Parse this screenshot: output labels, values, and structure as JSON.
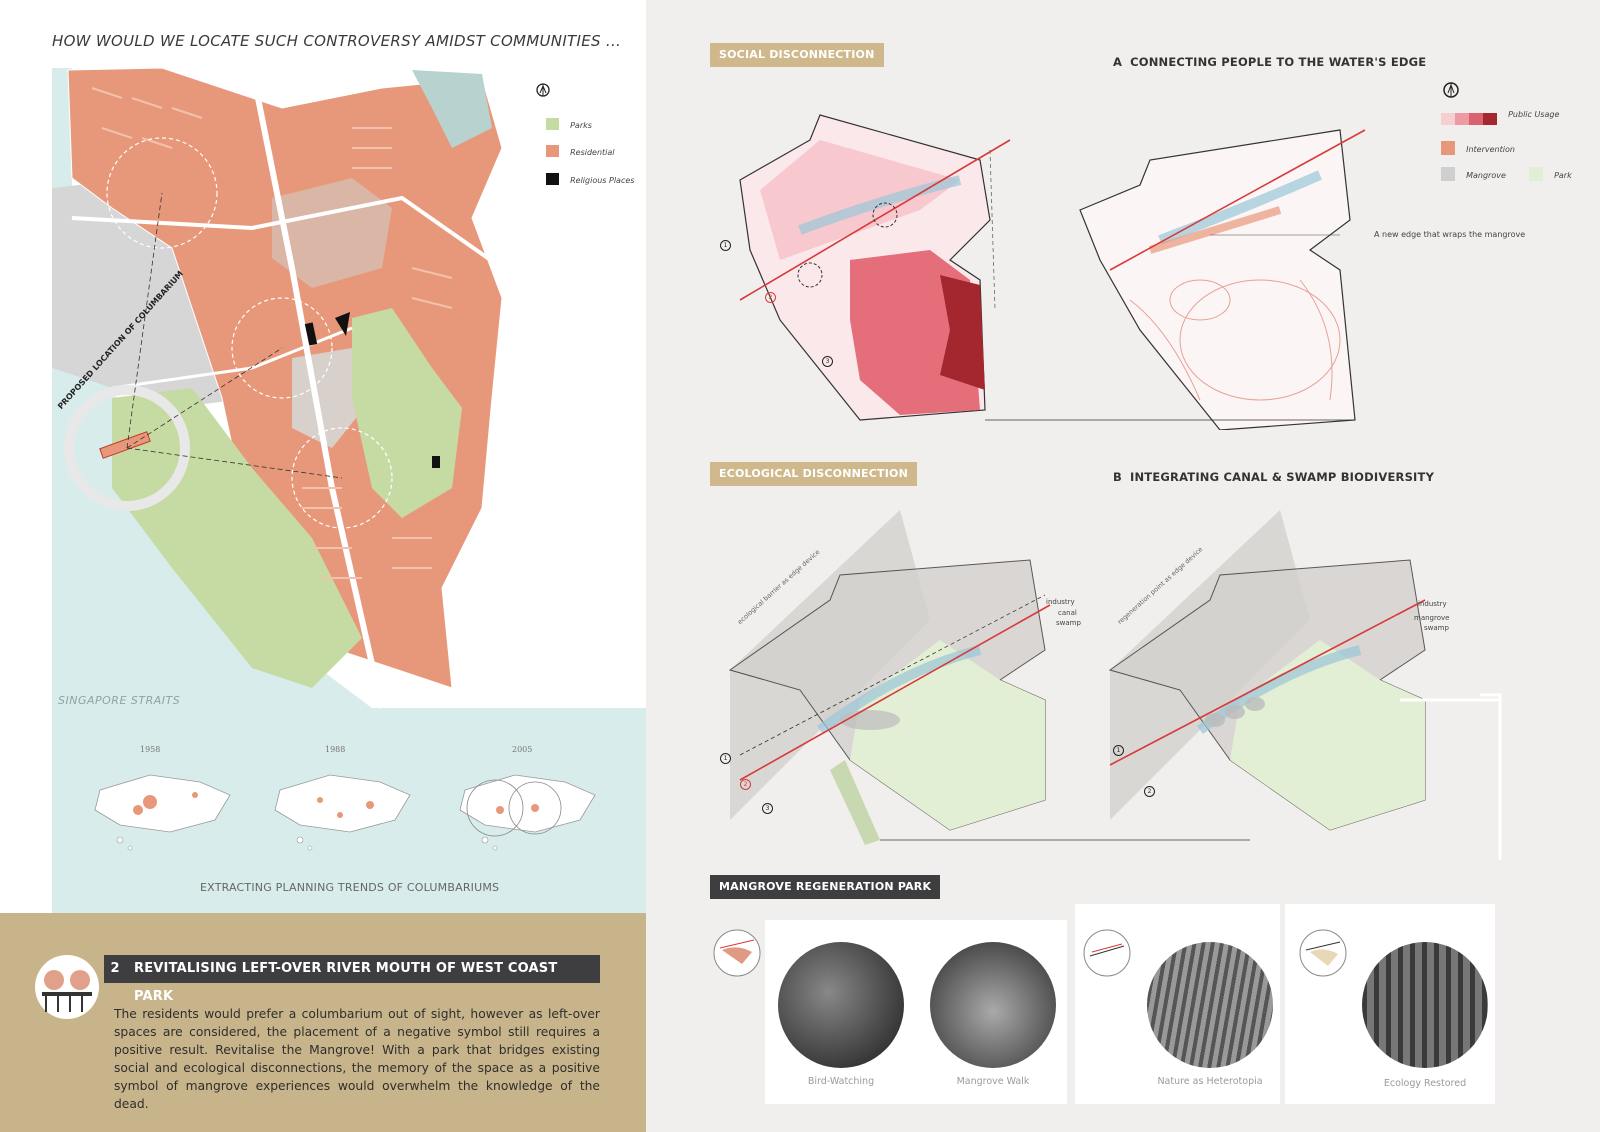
{
  "left": {
    "title": "HOW WOULD WE LOCATE SUCH CONTROVERSY AMIDST COMMUNITIES ...",
    "legend": [
      {
        "label": "Parks",
        "color": "#c6dba3"
      },
      {
        "label": "Residential",
        "color": "#e8987a"
      },
      {
        "label": "Religious Places",
        "color": "#111111"
      }
    ],
    "map_label": "PROPOSED LOCATION OF COLUMBARIUM",
    "straits_label": "SINGAPORE STRAITS",
    "trend_years": [
      "1958",
      "1988",
      "2005"
    ],
    "trends_caption": "EXTRACTING PLANNING TRENDS OF COLUMBARIUMS"
  },
  "section": {
    "number": "2",
    "title": "REVITALISING LEFT-OVER RIVER MOUTH OF WEST COAST PARK",
    "body": "The residents would prefer a columbarium out of sight, however as left-over spaces are considered, the placement of a negative symbol still requires a positive result. Revitalise the Mangrove! With a park that bridges existing social and ecological disconnections, the memory of the space as a positive symbol of mangrove experiences would overwhelm the knowledge of the dead."
  },
  "social": {
    "tag": "SOCIAL DISCONNECTION",
    "title_letter": "A",
    "title": "CONNECTING PEOPLE TO THE WATER'S EDGE",
    "legend": {
      "public_usage": "Public Usage",
      "intervention": "Intervention",
      "mangrove": "Mangrove",
      "park": "Park"
    },
    "annotation": "A new edge that wraps the mangrove",
    "markers": [
      "1",
      "2",
      "3"
    ]
  },
  "ecological": {
    "tag": "ECOLOGICAL DISCONNECTION",
    "title_letter": "B",
    "title": "INTEGRATING CANAL & SWAMP BIODIVERSITY",
    "left_barrier": "ecological barrier as edge device",
    "right_barrier": "regeneration point as edge device",
    "left_labels": [
      "industry",
      "canal",
      "swamp"
    ],
    "right_labels": [
      "industry",
      "mangrove",
      "swamp"
    ],
    "markers_left": [
      "1",
      "2",
      "3"
    ],
    "markers_right": [
      "1",
      "2"
    ]
  },
  "park": {
    "tag": "MANGROVE REGENERATION PARK",
    "photos": [
      "Bird-Watching",
      "Mangrove Walk",
      "Nature as Heterotopia",
      "Ecology Restored"
    ]
  }
}
